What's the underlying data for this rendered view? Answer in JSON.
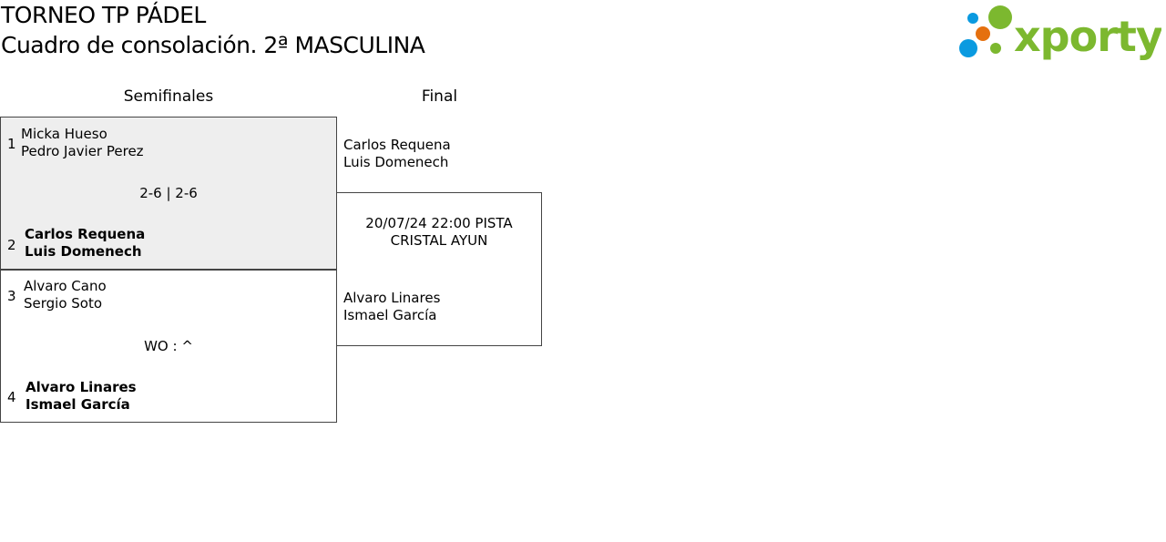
{
  "header": {
    "title": "TORNEO TP PÁDEL",
    "subtitle": "Cuadro de consolación. 2ª MASCULINA",
    "logo_text": "xporty"
  },
  "rounds": [
    "Semifinales",
    "Final"
  ],
  "semifinals": [
    {
      "teams": [
        {
          "seed": "1",
          "players": [
            "Micka Hueso",
            "Pedro Javier Perez"
          ],
          "winner": false
        },
        {
          "seed": "2",
          "players": [
            "Carlos Requena",
            "Luis Domenech"
          ],
          "winner": true
        }
      ],
      "score": "2-6 | 2-6"
    },
    {
      "teams": [
        {
          "seed": "3",
          "players": [
            "Alvaro Cano",
            "Sergio Soto"
          ],
          "winner": false
        },
        {
          "seed": "4",
          "players": [
            "Alvaro Linares",
            "Ismael García"
          ],
          "winner": true
        }
      ],
      "score": "WO : ^"
    }
  ],
  "final": {
    "teams": [
      [
        "Carlos Requena",
        "Luis Domenech"
      ],
      [
        "Alvaro Linares",
        "Ismael García"
      ]
    ],
    "schedule": "20/07/24 22:00 PISTA CRISTAL AYUN"
  },
  "colors": {
    "logo_green": "#7cb82f",
    "logo_blue": "#0a9ae0",
    "logo_orange": "#e5700f",
    "match_bg": "#eeeeee"
  }
}
